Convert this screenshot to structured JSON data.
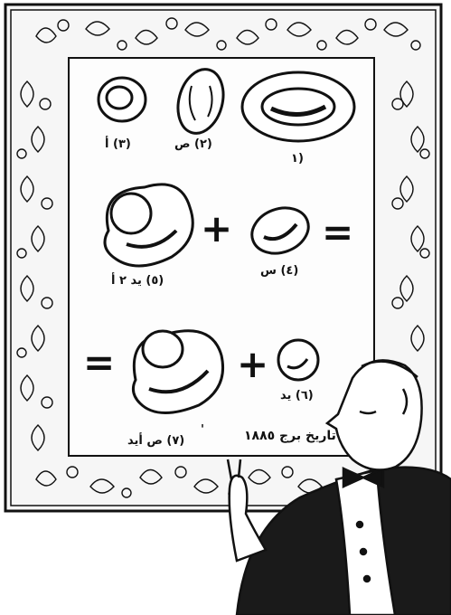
{
  "labels": {
    "fig1": "(١",
    "fig2": "(٢) ص",
    "fig3": "(٣) أ",
    "fig4": "(٤) س",
    "fig5": "(٥) يد ٢ أ",
    "fig6": "(٦) يد",
    "fig7": "(٧) ص أيد",
    "fig7_mark": "'",
    "caption": "تاريخ برج ١٨٨٥"
  },
  "operators": {
    "plus": "+",
    "equals": "="
  },
  "colors": {
    "ink": "#111111",
    "paper": "#ffffff",
    "board": "#fdfdfd"
  }
}
